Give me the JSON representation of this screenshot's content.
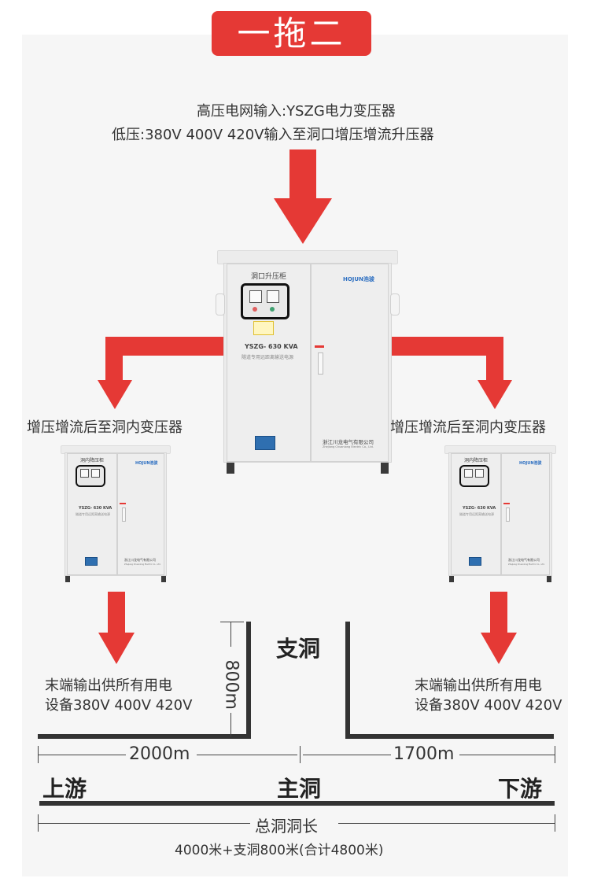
{
  "title": "一拖二",
  "input_text": {
    "line1": "高压电网输入:YSZG电力变压器",
    "line2": "低压:380V 400V 420V输入至洞口增压增流升压器"
  },
  "main_cabinet": {
    "label": "洞口升压柜",
    "brand": "HOJUN浩骏",
    "model": "YSZG- 630 KVA",
    "subtitle": "隧道专用远距离输送电源",
    "company": "浙江川龙电气有限公司",
    "company_en": "Zhejiang Chuanlong Electric Co., Ltd."
  },
  "side_cabinet": {
    "label": "洞内降压柜",
    "brand": "HOJUN浩骏",
    "model": "YSZG- 630 KVA",
    "subtitle": "隧道专用远距离输送电源",
    "company": "浙江川龙电气有限公司",
    "company_en": "Zhejiang Chuanlong Electric Co., Ltd."
  },
  "branch_labels": {
    "left": "增压增流后至洞内变压器",
    "right": "增压增流后至洞内变压器"
  },
  "output_labels": {
    "left_line1": "末端输出供所有用电",
    "left_line2": "设备380V 400V 420V",
    "right_line1": "末端输出供所有用电",
    "right_line2": "设备380V 400V 420V"
  },
  "tunnel": {
    "branch_name": "支洞",
    "branch_length": "800m",
    "upstream": "上游",
    "main_name": "主洞",
    "downstream": "下游",
    "left_length": "2000m",
    "right_length": "1700m",
    "total_label": "总洞洞长",
    "total_text": "4000米+支洞800米(合计4800米)"
  },
  "colors": {
    "accent": "#e53935",
    "ink": "#333333",
    "panel": "#f6f6f6"
  }
}
